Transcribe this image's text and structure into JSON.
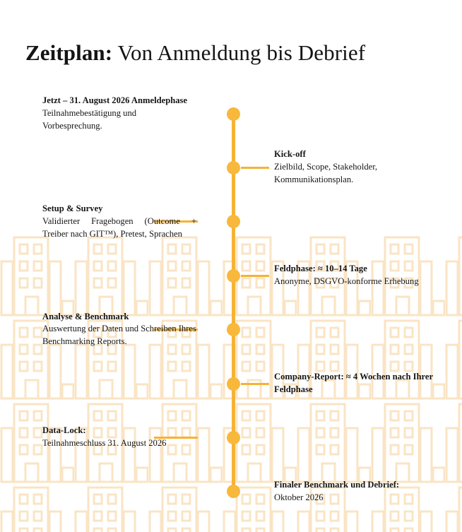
{
  "title": {
    "strong": "Zeitplan:",
    "rest": " Von Anmeldung bis Debrief"
  },
  "colors": {
    "accent": "#F5B335",
    "dot": "#F8B83C",
    "text": "#151515",
    "pattern": "#FAEBD0",
    "background": "#FFFFFF"
  },
  "timeline": {
    "entries": [
      {
        "side": "left",
        "connector": false,
        "title": "Jetzt – 31. August 2026 Anmeldephase",
        "body": "Teilnahmebestätigung und Vorbesprechung."
      },
      {
        "side": "right",
        "connector": true,
        "title": "Kick-off",
        "body": "Zielbild, Scope, Stakeholder, Kommunikationsplan."
      },
      {
        "side": "left",
        "connector": true,
        "justified": true,
        "title": "Setup & Survey",
        "body": "Validierter Fragebogen (Outcome + Treiber nach GIT™), Pretest, Sprachen"
      },
      {
        "side": "right",
        "connector": true,
        "title": "Feldphase: ≈ 10–14 Tage",
        "body": "Anonyme, DSGVO-konforme Erhebung"
      },
      {
        "side": "left",
        "connector": true,
        "title": "Analyse & Benchmark",
        "body": "Auswertung der Daten und Schreiben Ihres Benchmarking Reports."
      },
      {
        "side": "right",
        "connector": true,
        "title": "Company-Report: ≈ 4 Wochen nach Ihrer Feldphase",
        "body": ""
      },
      {
        "side": "left",
        "connector": true,
        "title": "Data-Lock:",
        "body": "Teilnahmeschluss 31. August 2026"
      },
      {
        "side": "right",
        "connector": false,
        "title": "Finaler Benchmark  und Debrief:",
        "body": "Oktober 2026"
      }
    ]
  }
}
